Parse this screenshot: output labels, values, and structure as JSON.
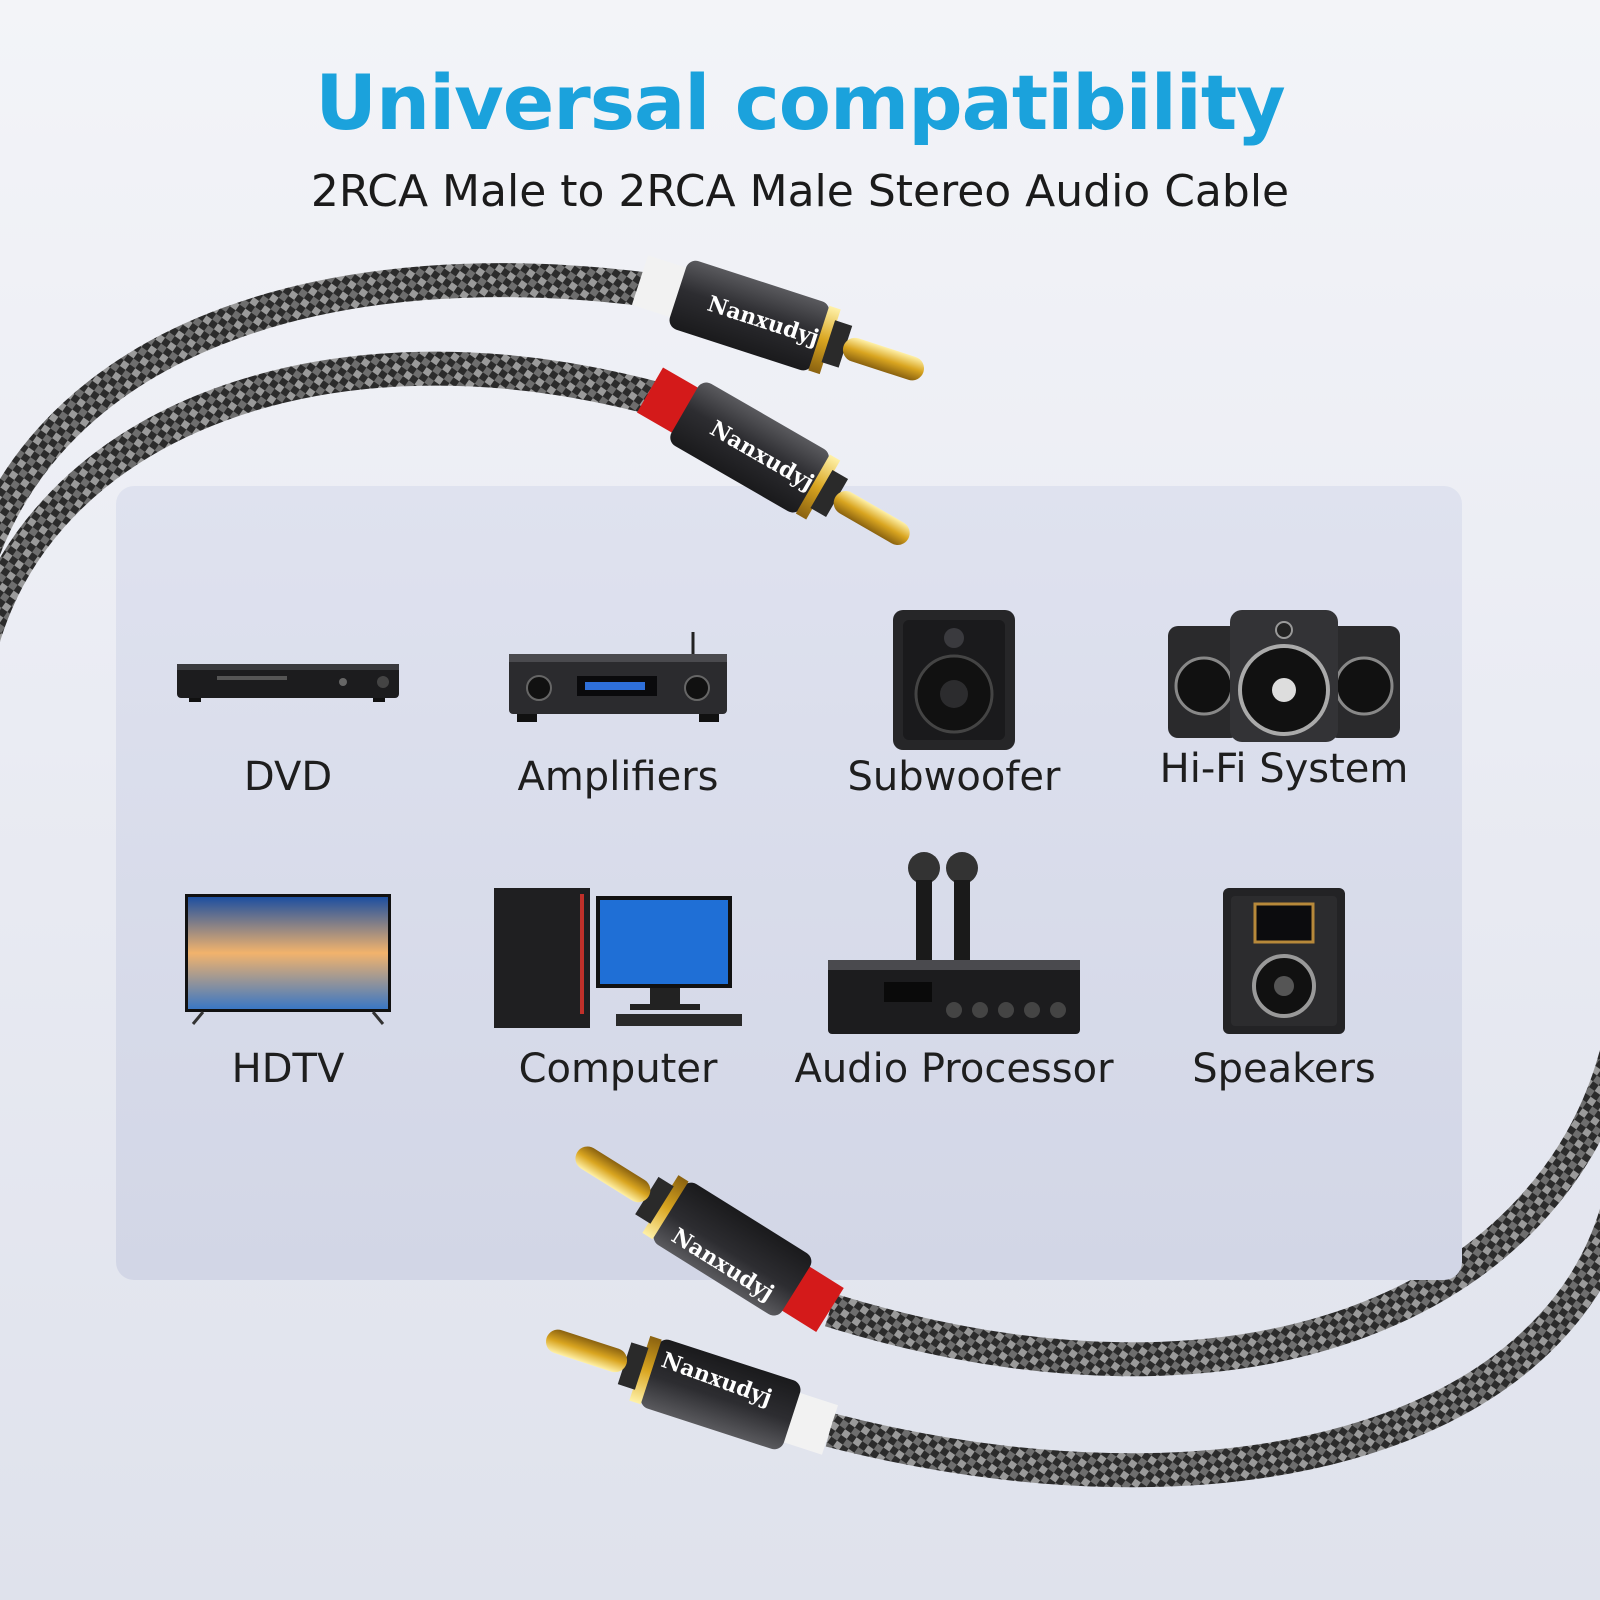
{
  "header": {
    "title": "Universal compatibility",
    "subtitle": "2RCA Male to 2RCA Male Stereo Audio Cable"
  },
  "connector_brand": "Nanxudyj",
  "devices": [
    {
      "label": "DVD",
      "icon": "dvd-player-icon"
    },
    {
      "label": "Amplifiers",
      "icon": "amplifier-icon"
    },
    {
      "label": "Subwoofer",
      "icon": "subwoofer-icon"
    },
    {
      "label": "Hi-Fi System",
      "icon": "hifi-speakers-icon"
    },
    {
      "label": "HDTV",
      "icon": "hdtv-icon"
    },
    {
      "label": "Computer",
      "icon": "computer-icon"
    },
    {
      "label": "Audio Processor",
      "icon": "audio-processor-icon"
    },
    {
      "label": "Speakers",
      "icon": "bookshelf-speaker-icon"
    }
  ],
  "colors": {
    "title": "#1ba2dc",
    "plug_white": "#f2f2f2",
    "plug_red": "#d41a1a",
    "gold": "#d9a520"
  }
}
